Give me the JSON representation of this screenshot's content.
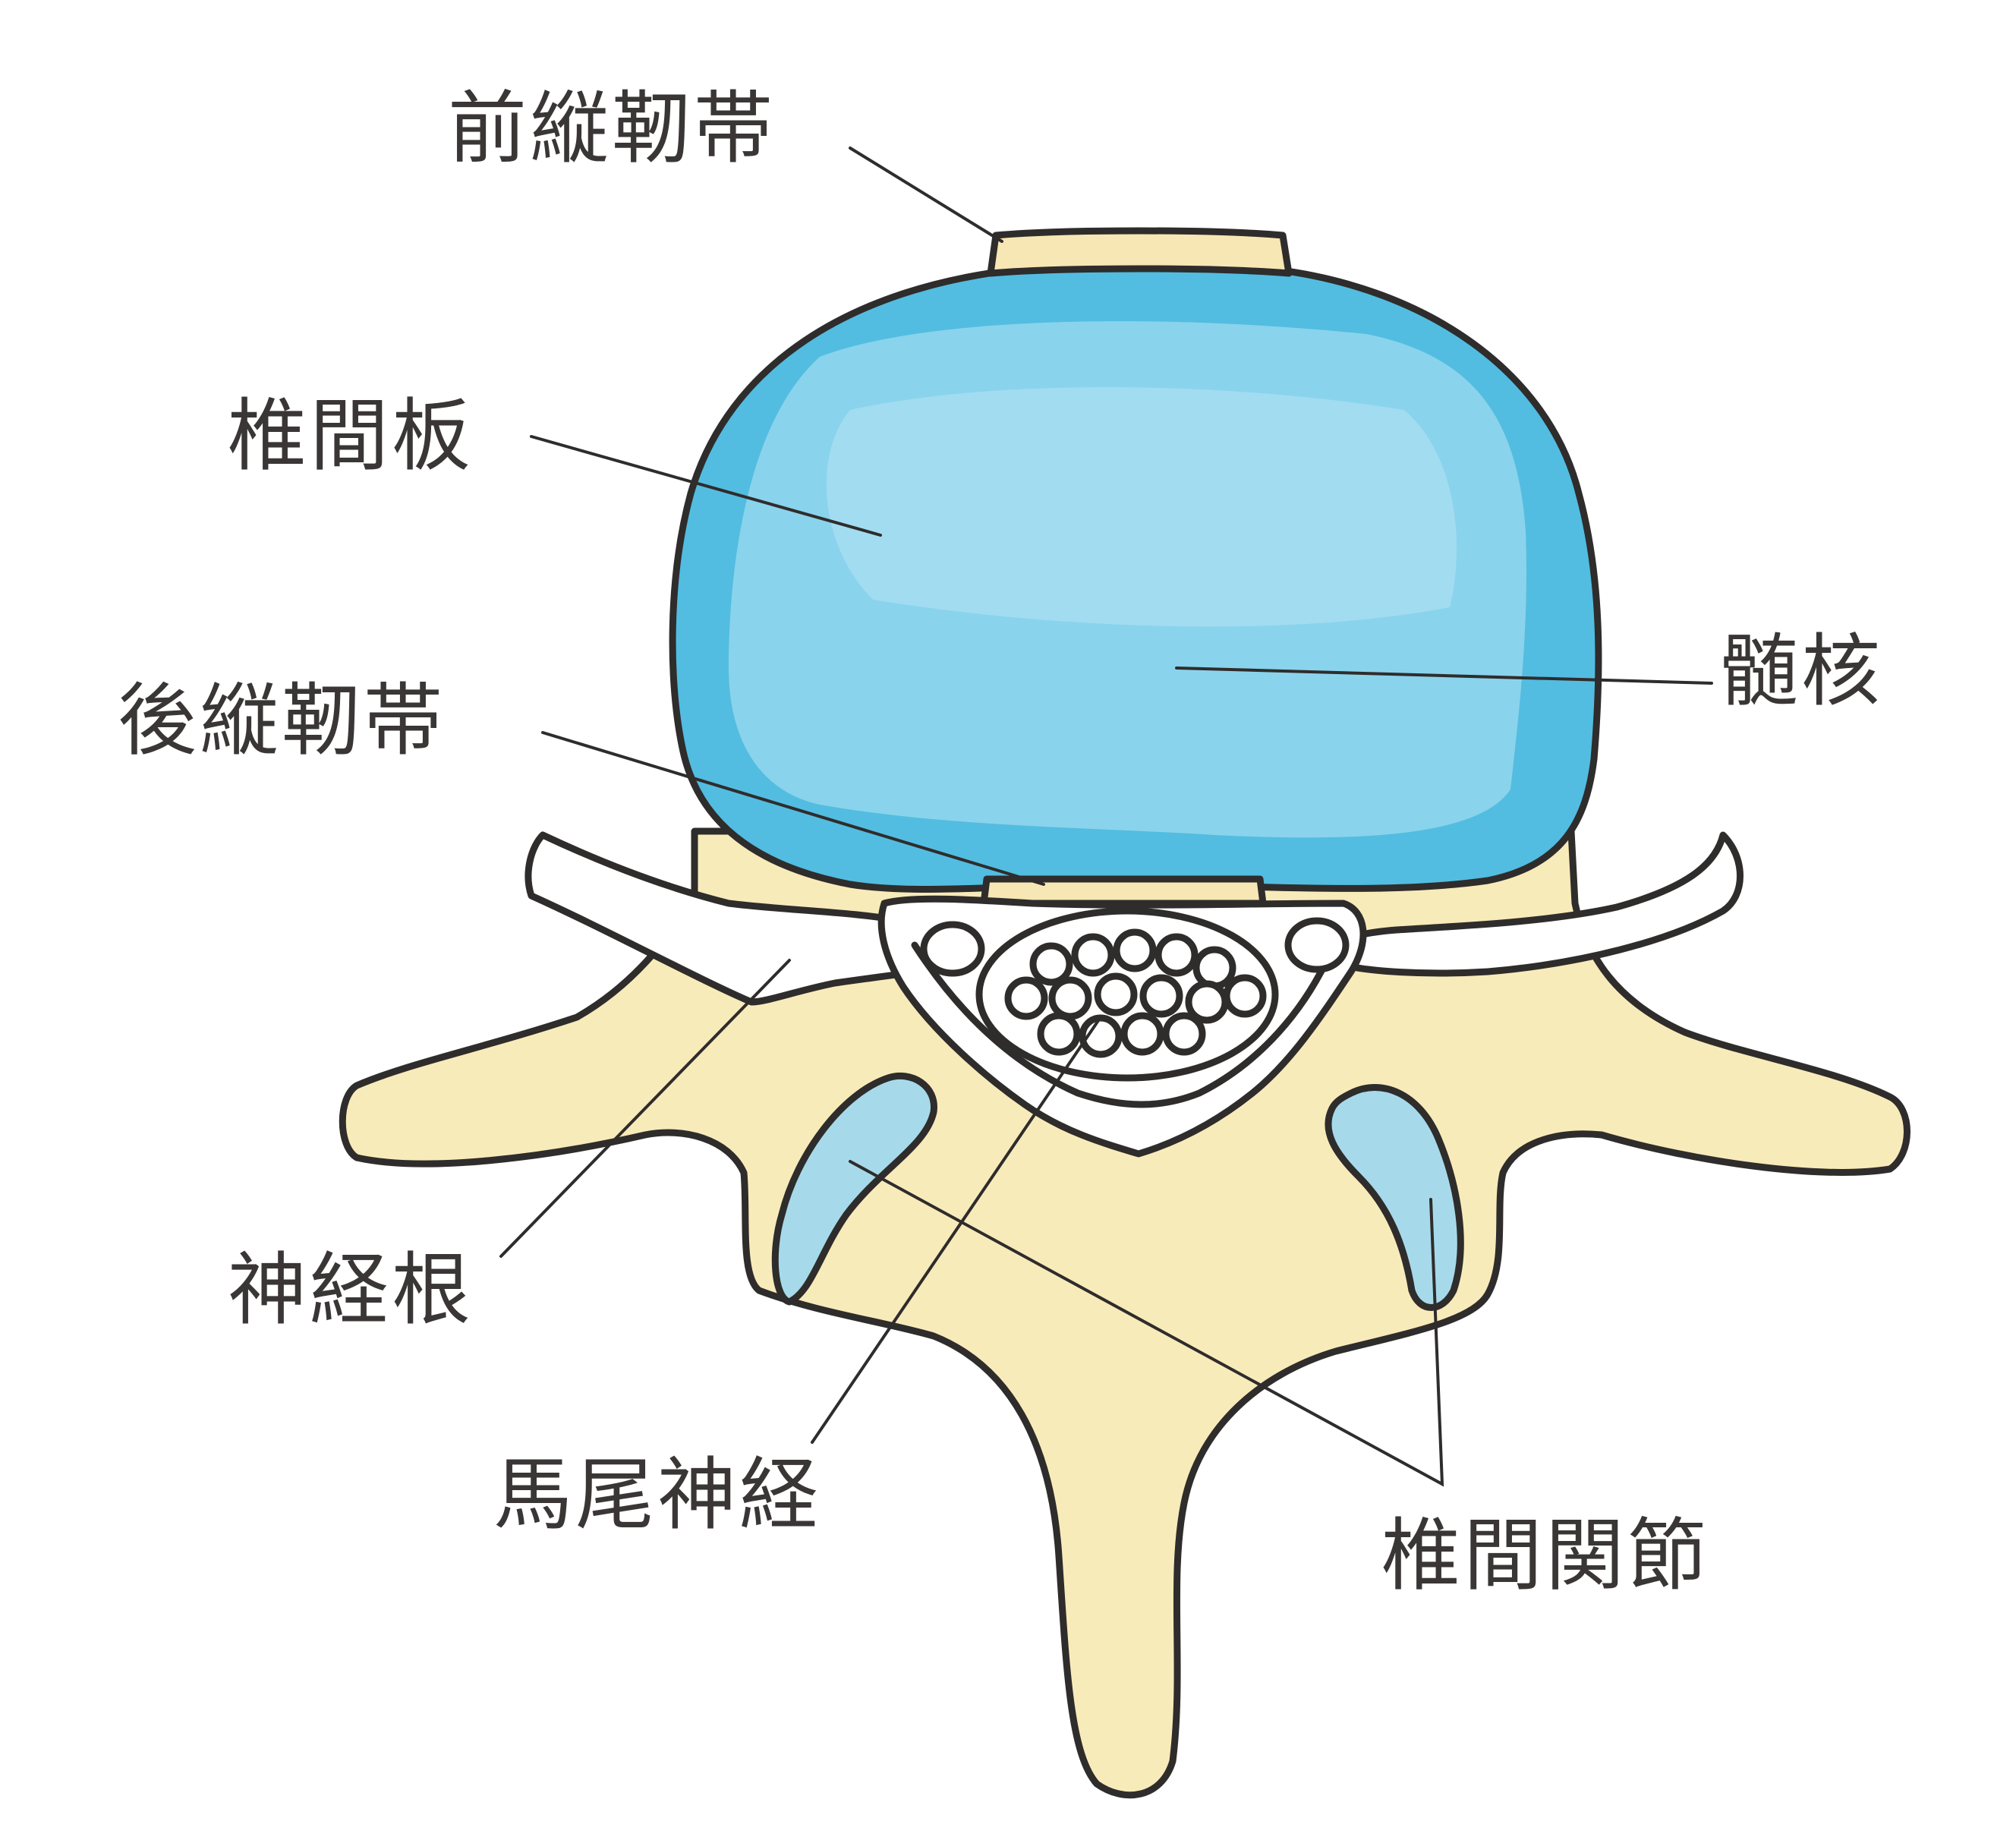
{
  "diagram": {
    "labels": {
      "anterior_longitudinal_ligament": "前縦靭帯",
      "intervertebral_disc": "椎間板",
      "nucleus_pulposus": "髄核",
      "posterior_longitudinal_ligament": "後縦靭帯",
      "nerve_root": "神経根",
      "cauda_equina": "馬尾神経",
      "facet_joint": "椎間関節"
    },
    "colors": {
      "bone": "#f8ebba",
      "disc_outer": "#52bde0",
      "disc_inner": "#8ad3ec",
      "ligament": "#f6e7b4",
      "ink": "#2f2c2c",
      "background": "#ffffff"
    }
  }
}
